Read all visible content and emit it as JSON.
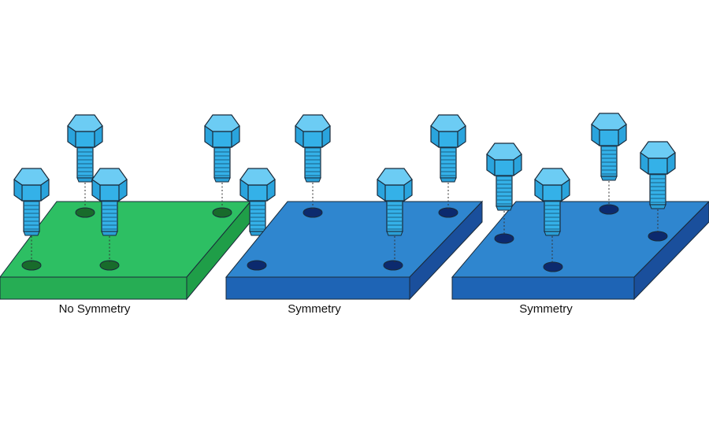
{
  "colors": {
    "background": "#ffffff",
    "plate_green_top": "#2dbf63",
    "plate_green_side": "#1f9e48",
    "plate_green_face": "#26ad54",
    "hole_green": "#186b2b",
    "plate_blue_top": "#2f86cf",
    "plate_blue_side": "#1a4f9c",
    "plate_blue_face": "#1e64b5",
    "hole_blue": "#0c2a6e",
    "bolt_fill": "#34b1e8",
    "bolt_light": "#7ad3f7",
    "bolt_dark": "#1c86bb",
    "outline": "#1a2a3a",
    "caption_text": "#111111"
  },
  "icons": {
    "bolt": "hex-bolt-icon",
    "plate": "mounting-plate-shape",
    "hole": "bolt-hole-marker",
    "guide": "dotted-alignment-line"
  },
  "panels": [
    {
      "id": "green",
      "caption": "No Symmetry",
      "theme": "green"
    },
    {
      "id": "blue-1",
      "caption": "Symmetry",
      "theme": "blue"
    },
    {
      "id": "blue-2",
      "caption": "Symmetry",
      "theme": "blue"
    }
  ]
}
